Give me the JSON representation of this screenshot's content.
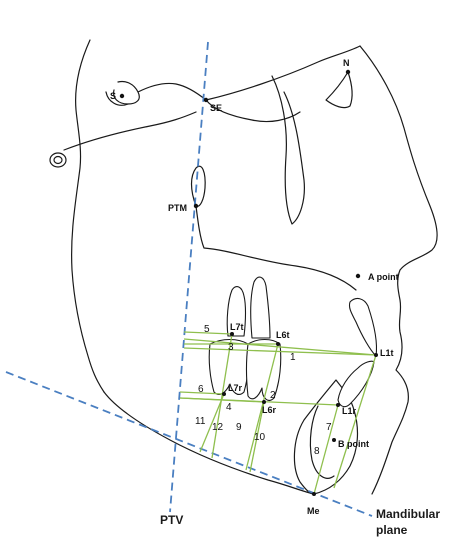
{
  "landmarks": {
    "s": "S",
    "se": "SE",
    "n": "N",
    "ptm": "PTM",
    "a_point": "A point",
    "l7t": "L7t",
    "l6t": "L6t",
    "l1t": "L1t",
    "l7r": "L7r",
    "l6r": "L6r",
    "l1r": "L1r",
    "b_point": "B point",
    "me": "Me"
  },
  "reference_lines": {
    "ptv": "PTV",
    "mandibular_plane_1": "Mandibular",
    "mandibular_plane_2": "plane"
  },
  "measurements": [
    "1",
    "2",
    "3",
    "4",
    "5",
    "6",
    "7",
    "8",
    "9",
    "10",
    "11",
    "12"
  ],
  "colors": {
    "outline": "#1a1a1a",
    "dashed_reference": "#4a7fc1",
    "measurement": "#8fbf4e"
  }
}
